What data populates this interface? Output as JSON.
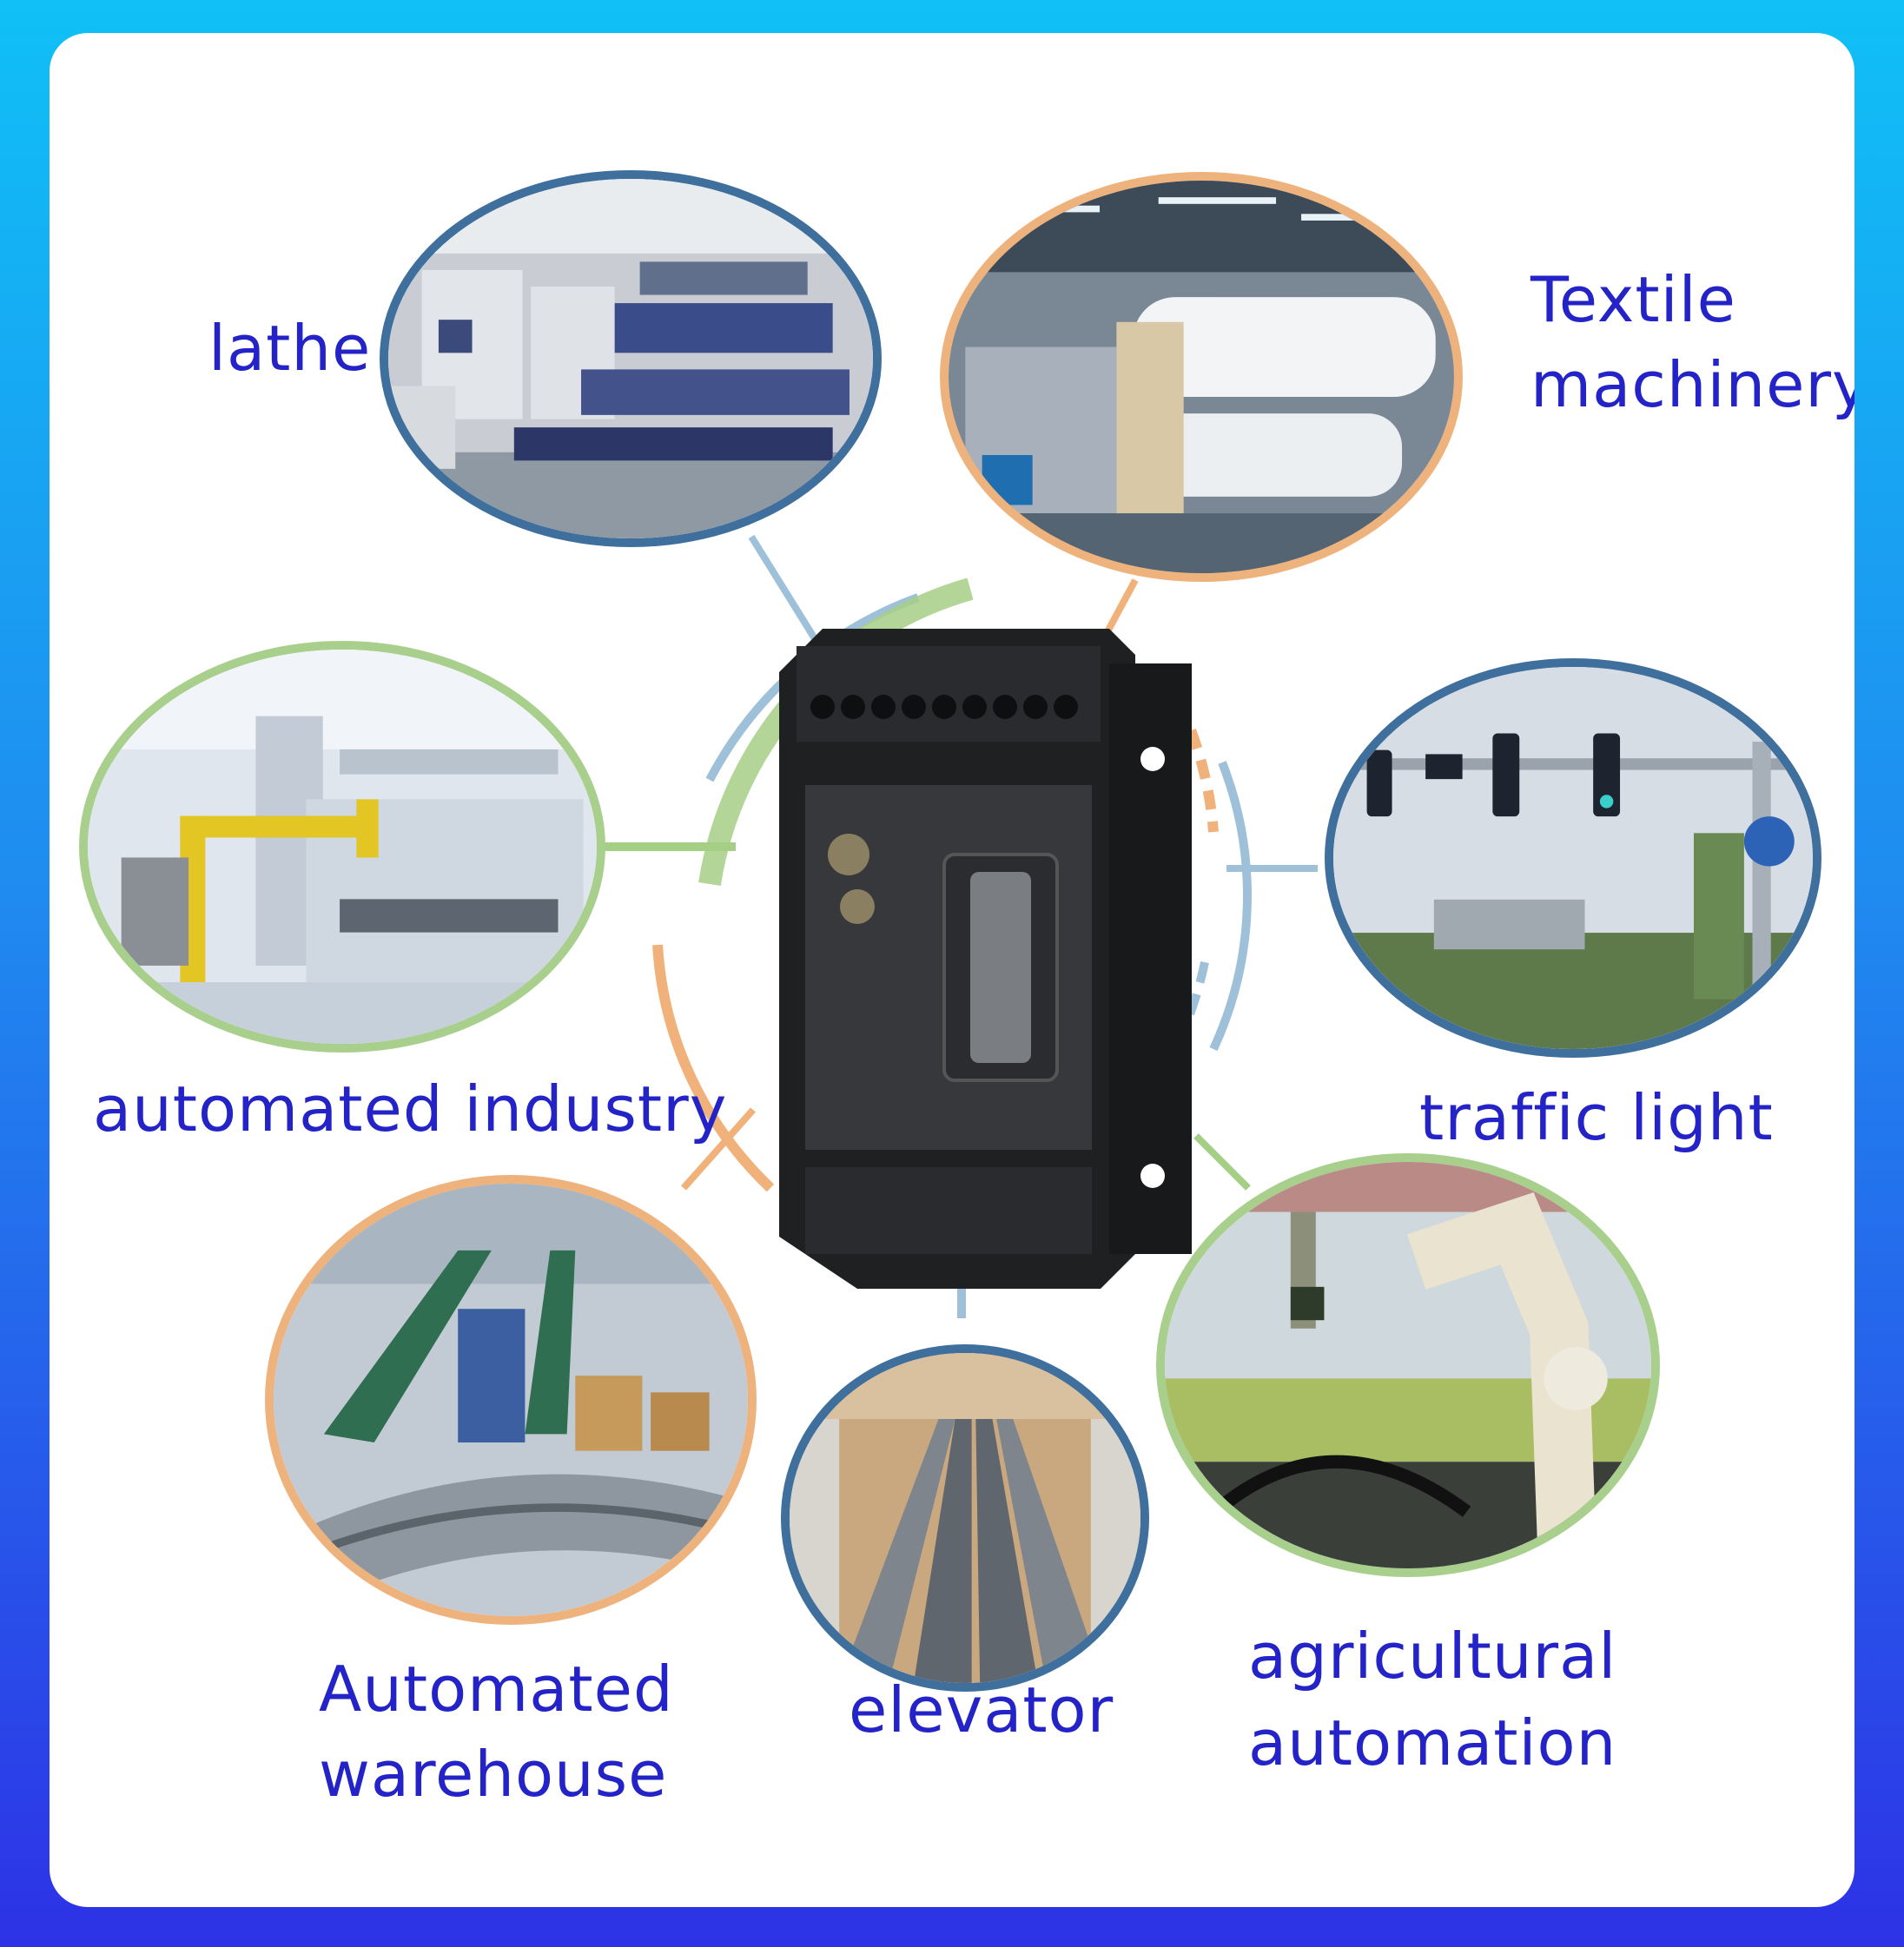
{
  "labels": {
    "lathe": "lathe",
    "textile_line1": "Textile",
    "textile_line2": "machinery",
    "automated_industry": "automated industry",
    "traffic_light": "traffic light",
    "warehouse_line1": "Automated",
    "warehouse_line2": "warehouse",
    "elevator": "elevator",
    "agri_line1": "agricultural",
    "agri_line2": "automation"
  },
  "colors": {
    "label_text": "#2323c8",
    "ring_blue": "#3f6f9d",
    "ring_orange": "#eeb27d",
    "ring_green": "#a9cf8d",
    "connector_blue": "#9ec0d8",
    "connector_orange": "#f0b27a",
    "connector_green": "#a6cf86"
  },
  "icons": {
    "controller": "plc-controller-icon",
    "lathe": "factory-floor-photo",
    "textile": "textile-loom-photo",
    "industry": "robot-arm-assembly-photo",
    "traffic": "traffic-light-photo",
    "warehouse": "conveyor-belt-photo",
    "elevator": "escalator-photo",
    "agriculture": "greenhouse-robot-photo"
  }
}
